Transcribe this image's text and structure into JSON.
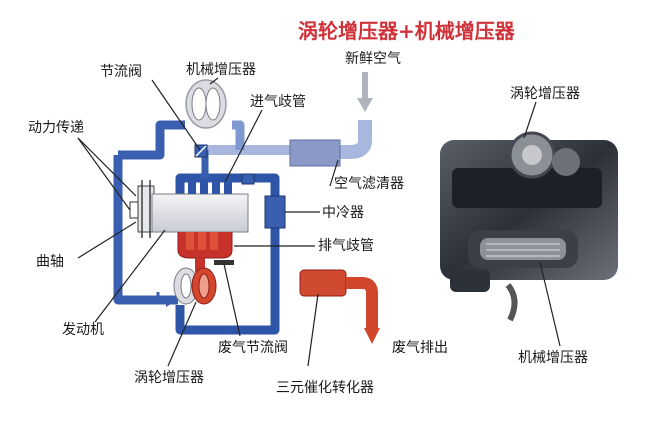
{
  "title": "涡轮增压器+机械增压器",
  "labels": {
    "throttle": "节流阀",
    "supercharger_top": "机械增压器",
    "fresh_air": "新鲜空气",
    "power_transfer": "动力传递",
    "intake_manifold": "进气歧管",
    "air_filter": "空气滤清器",
    "intercooler": "中冷器",
    "crankshaft": "曲轴",
    "exhaust_manifold": "排气歧管",
    "engine": "发动机",
    "wastegate": "废气节流阀",
    "exhaust_out": "废气排出",
    "turbo_bottom": "涡轮增压器",
    "catalytic": "三元催化转化器",
    "photo_turbo": "涡轮增压器",
    "photo_supercharger": "机械增压器"
  },
  "colors": {
    "title": "#d0323a",
    "cool_pipe": "#3a5fb0",
    "cool_pipe_light": "#7f98d0",
    "hot_pipe": "#d2462c",
    "filter": "#8a99c6"
  }
}
